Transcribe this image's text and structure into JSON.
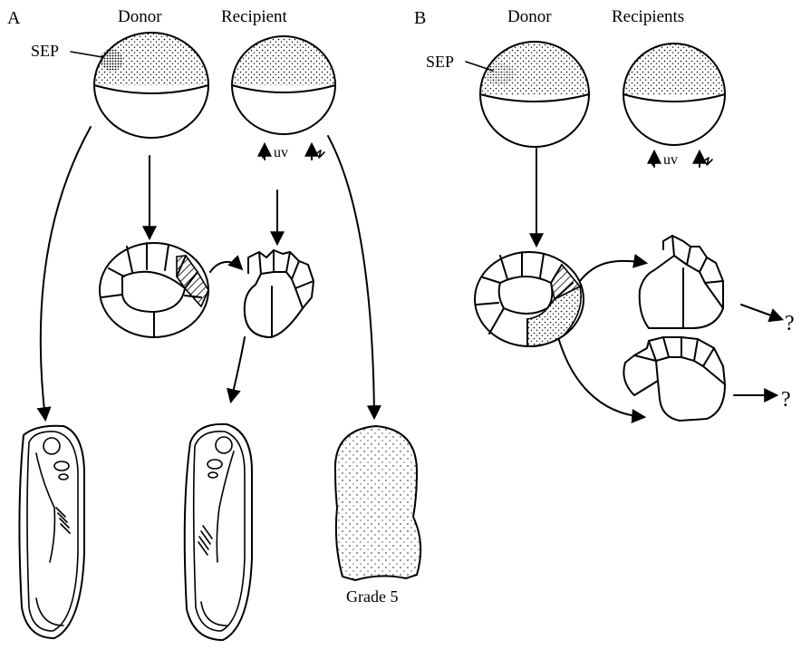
{
  "panel_a": {
    "letter": "A",
    "donor_label": "Donor",
    "recipient_label": "Recipient",
    "sep_label": "SEP",
    "uv_label": "uv",
    "grade_label": "Grade 5"
  },
  "panel_b": {
    "letter": "B",
    "donor_label": "Donor",
    "recipient_label": "Recipients",
    "sep_label": "SEP",
    "uv_label": "uv",
    "outcome_1": "?",
    "outcome_2": "?"
  }
}
